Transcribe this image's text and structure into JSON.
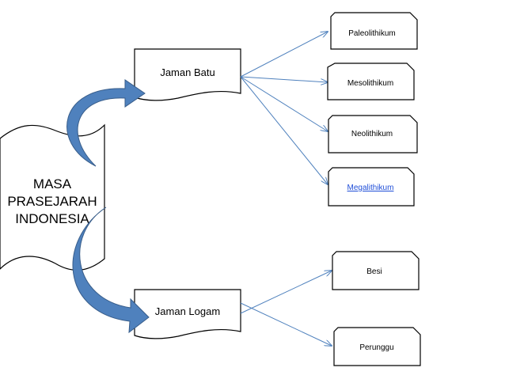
{
  "root": {
    "lines": [
      "MASA",
      "PRASEJARAH",
      "INDONESIA"
    ]
  },
  "periods": [
    {
      "label": "Jaman Batu"
    },
    {
      "label": "Jaman Logam"
    }
  ],
  "subperiods_batu": [
    {
      "label": "Paleolithikum",
      "link": false
    },
    {
      "label": "Mesolithikum",
      "link": false
    },
    {
      "label": "Neolithikum",
      "link": false
    },
    {
      "label": "Megalithikum",
      "link": true
    }
  ],
  "subperiods_logam": [
    {
      "label": "Besi",
      "link": false
    },
    {
      "label": "Perunggu",
      "link": false
    }
  ],
  "colors": {
    "arrow_fill": "#4f81bd",
    "arrow_stroke": "#385d8a",
    "connector": "#4f81bd",
    "shape_stroke": "#000000",
    "link_text": "#1f4ed8"
  }
}
